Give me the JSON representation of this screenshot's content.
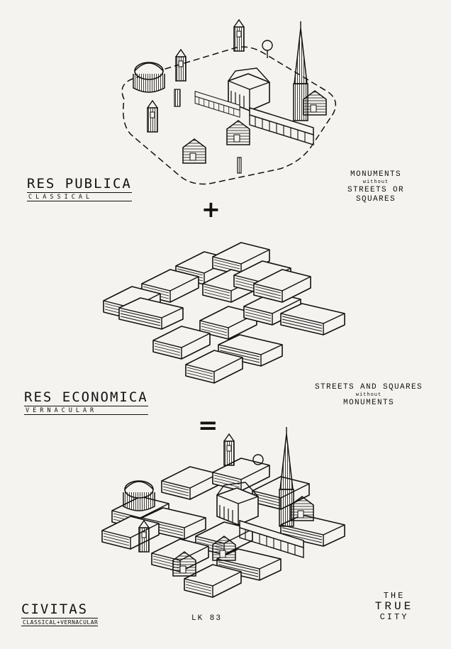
{
  "panels": [
    {
      "title": "RES PUBLICA",
      "subtitle": "CLASSICAL",
      "note_line1": "MONUMENTS",
      "note_mid": "without",
      "note_line2": "STREETS or SQUARES"
    },
    {
      "title": "RES ECONOMICA",
      "subtitle": "VERNACULAR",
      "note_line1": "STREETS and SQUARES",
      "note_mid": "without",
      "note_line2": "MONUMENTS"
    },
    {
      "title": "CIVITAS",
      "subtitle": "CLASSICAL+VERNACULAR",
      "note_line1": "THE",
      "note_mid": "TRUE",
      "note_line2": "CITY"
    }
  ],
  "operators": {
    "plus": "+",
    "equals": "="
  },
  "signature": "LK 83",
  "colors": {
    "paper": "#f4f3ef",
    "ink": "#111111"
  }
}
